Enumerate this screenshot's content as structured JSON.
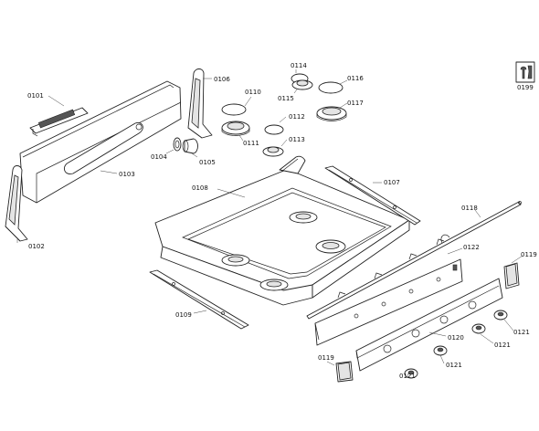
{
  "diagram": {
    "labels": {
      "p0101": "0101",
      "p0102": "0102",
      "p0103": "0103",
      "p0104": "0104",
      "p0105": "0105",
      "p0106": "0106",
      "p0107": "0107",
      "p0108": "0108",
      "p0109": "0109",
      "p0110": "0110",
      "p0111": "0111",
      "p0112": "0112",
      "p0113": "0113",
      "p0114": "0114",
      "p0115": "0115",
      "p0116": "0116",
      "p0117": "0117",
      "p0118": "0118",
      "p0119a": "0119",
      "p0119b": "0119",
      "p0120": "0120",
      "p0121a": "0121",
      "p0121b": "0121",
      "p0121c": "0121",
      "p0121d": "0121",
      "p0122": "0122",
      "p0199": "0199"
    }
  }
}
